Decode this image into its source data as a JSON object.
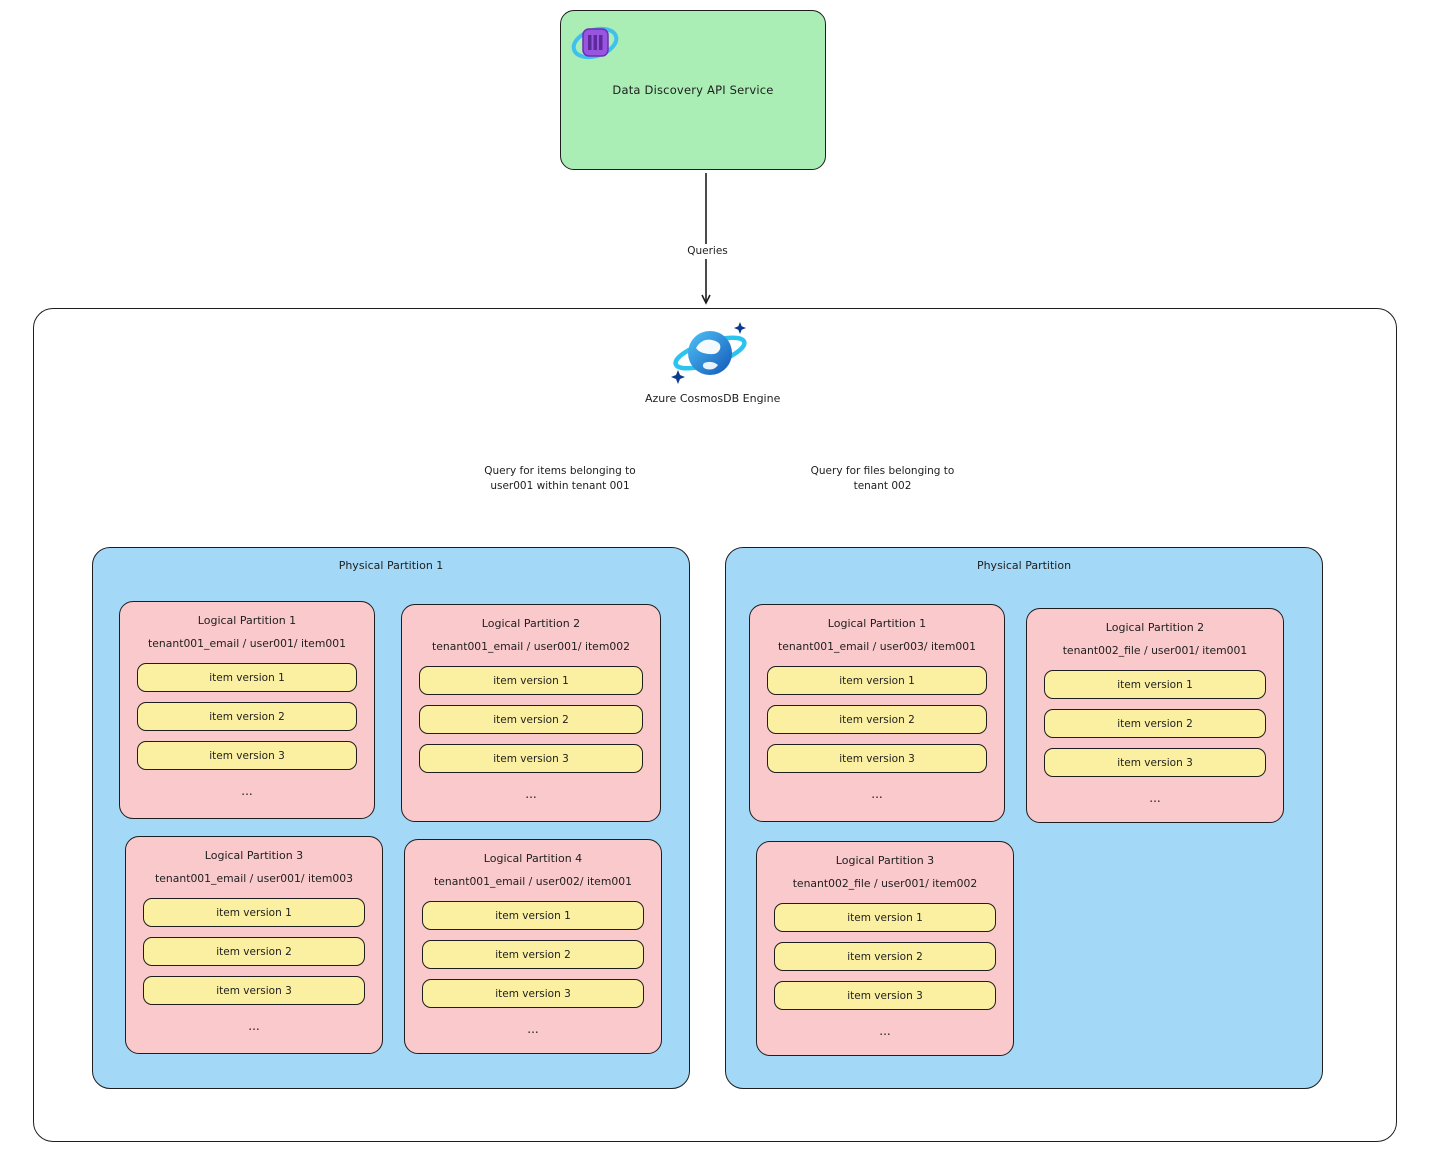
{
  "colors": {
    "green": "#aaedb5",
    "blue": "#a3d8f7",
    "pink": "#fac9cc",
    "yellow": "#fbf0a2",
    "stroke": "#1e1e1e"
  },
  "service": {
    "label": "Data Discovery API Service"
  },
  "engine": {
    "label": "Azure CosmosDB Engine"
  },
  "edges": {
    "queries": "Queries",
    "left_line1": "Query for items belonging to",
    "left_line2": "user001 within tenant 001",
    "right_line1": "Query for files belonging to",
    "right_line2": "tenant 002"
  },
  "partitions": [
    {
      "title": "Physical Partition 1",
      "logical": [
        {
          "title": "Logical Partition 1",
          "key": "tenant001_email / user001/ item001",
          "items": [
            "item version 1",
            "item version 2",
            "item version 3"
          ],
          "more": "..."
        },
        {
          "title": "Logical Partition 2",
          "key": "tenant001_email / user001/ item002",
          "items": [
            "item version 1",
            "item version 2",
            "item version 3"
          ],
          "more": "..."
        },
        {
          "title": "Logical Partition 3",
          "key": "tenant001_email / user001/ item003",
          "items": [
            "item version 1",
            "item version 2",
            "item version 3"
          ],
          "more": "..."
        },
        {
          "title": "Logical Partition 4",
          "key": "tenant001_email / user002/ item001",
          "items": [
            "item version 1",
            "item version 2",
            "item version 3"
          ],
          "more": "..."
        }
      ]
    },
    {
      "title": "Physical Partition",
      "logical": [
        {
          "title": "Logical Partition 1",
          "key": "tenant001_email / user003/ item001",
          "items": [
            "item version 1",
            "item version 2",
            "item version 3"
          ],
          "more": "..."
        },
        {
          "title": "Logical Partition 2",
          "key": "tenant002_file / user001/ item001",
          "items": [
            "item version 1",
            "item version 2",
            "item version 3"
          ],
          "more": "..."
        },
        {
          "title": "Logical Partition 3",
          "key": "tenant002_file / user001/ item002",
          "items": [
            "item version 1",
            "item version 2",
            "item version 3"
          ],
          "more": "..."
        }
      ]
    }
  ]
}
